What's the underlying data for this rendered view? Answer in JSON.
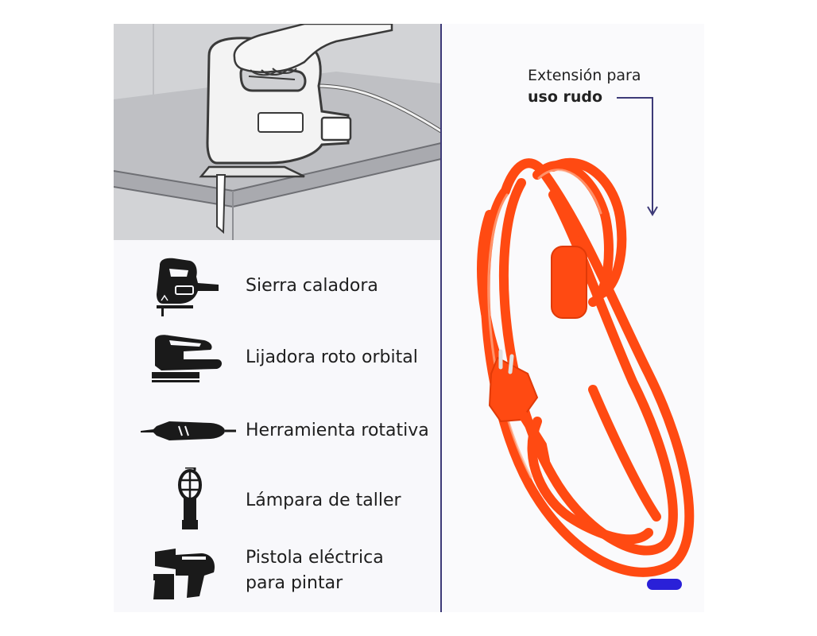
{
  "tools": [
    {
      "label": "Sierra caladora",
      "icon": "jigsaw-icon"
    },
    {
      "label": "Lijadora roto orbital",
      "icon": "orbital-sander-icon"
    },
    {
      "label": "Herramienta rotativa",
      "icon": "rotary-tool-icon"
    },
    {
      "label": "Lámpara de taller",
      "icon": "work-lamp-icon"
    },
    {
      "label_line1": "Pistola eléctrica",
      "label_line2": "para pintar",
      "icon": "paint-spray-gun-icon"
    }
  ],
  "extension": {
    "title_line1": "Extensión para",
    "title_line2": "uso rudo"
  },
  "colors": {
    "accent": "#3d3a78",
    "cord": "#ff4a12",
    "pager": "#2a20d8"
  }
}
